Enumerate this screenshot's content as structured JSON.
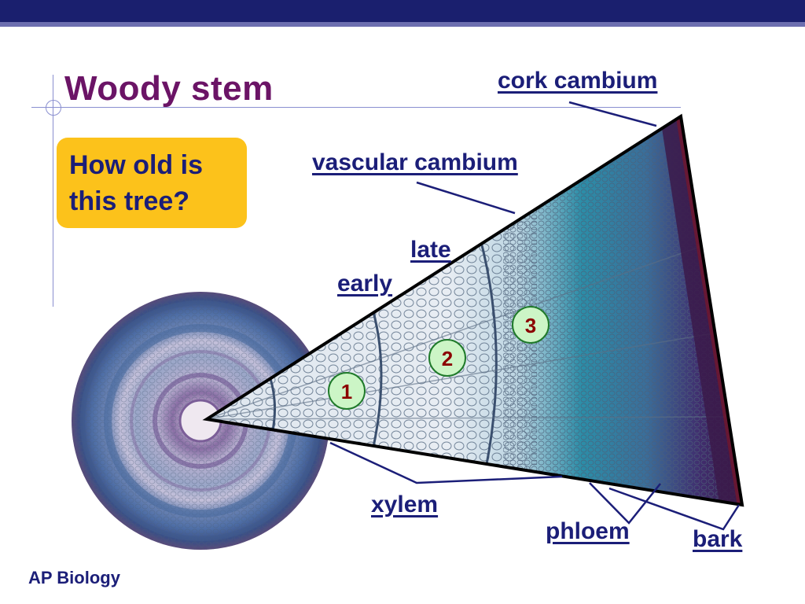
{
  "slide": {
    "title": "Woody stem",
    "question": "How old is this tree?",
    "footer": "AP Biology"
  },
  "labels": {
    "cork_cambium": "cork cambium",
    "vascular_cambium": "vascular cambium",
    "late": "late",
    "early": "early",
    "xylem": "xylem",
    "phloem": "phloem",
    "bark": "bark"
  },
  "rings": [
    {
      "number": "1"
    },
    {
      "number": "2"
    },
    {
      "number": "3"
    }
  ],
  "colors": {
    "title": "#6b1466",
    "label": "#1b1e78",
    "question_box": "#fcc21b",
    "ring_badge_fill": "#ccf5c6",
    "ring_badge_border": "#1f7a2a",
    "ring_number": "#8b0000",
    "xylem_tissue": "#e8edf3",
    "phloem_tissue": "#2b8ea8",
    "bark_tissue": "#3b1a4a"
  }
}
